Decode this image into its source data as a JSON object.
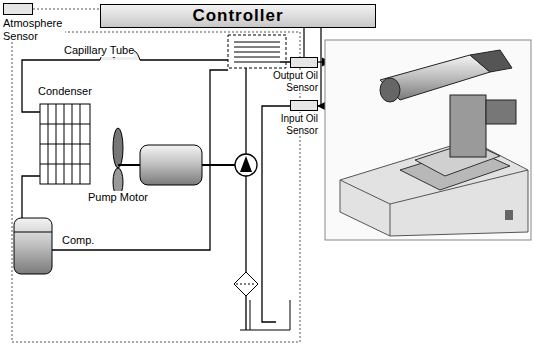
{
  "diagram": {
    "nodes": [
      {
        "text": [
          "Atmosphere Sensor"
        ]
      },
      {
        "text": [
          "Controller"
        ]
      },
      {
        "text": [
          "Output Oil Sensor"
        ]
      },
      {
        "text": [
          "Input Oil Sensor"
        ]
      }
    ],
    "edges": [
      {
        "from": 0,
        "to": 1,
        "arrow": "none"
      },
      {
        "from": 1,
        "to": 2,
        "arrow": "none"
      },
      {
        "from": 1,
        "to": 3,
        "arrow": "none"
      }
    ],
    "labels": [
      "Capillary Tube",
      "Condenser",
      "Pump Motor",
      "Comp."
    ]
  }
}
